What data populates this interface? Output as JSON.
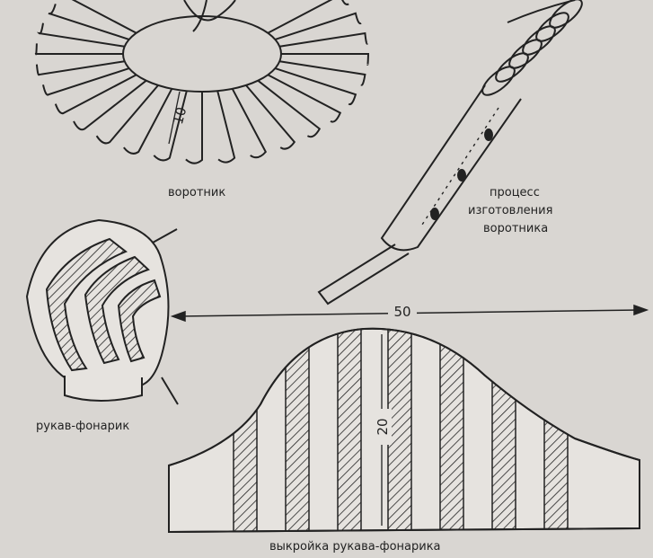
{
  "labels": {
    "collar": "воротник",
    "collar_process": [
      "процесс",
      "изготовления",
      "воротника"
    ],
    "sleeve": "рукав-фонарик",
    "pattern": "выкройка рукава-фонарика"
  },
  "dimensions": {
    "collar_width": "10",
    "pattern_width": "50",
    "pattern_height": "20"
  },
  "colors": {
    "background": "#d9d6d2",
    "ink": "#222222"
  }
}
